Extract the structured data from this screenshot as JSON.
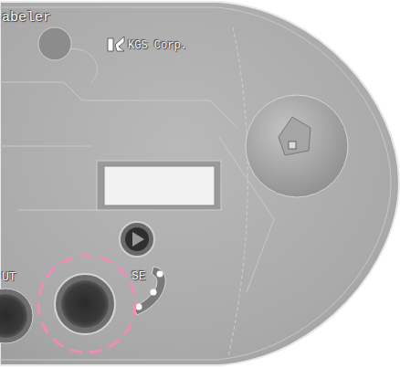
{
  "diagram": {
    "labels": [
      "abeler",
      "KGS Corp.",
      "UT",
      "SE"
    ]
  }
}
